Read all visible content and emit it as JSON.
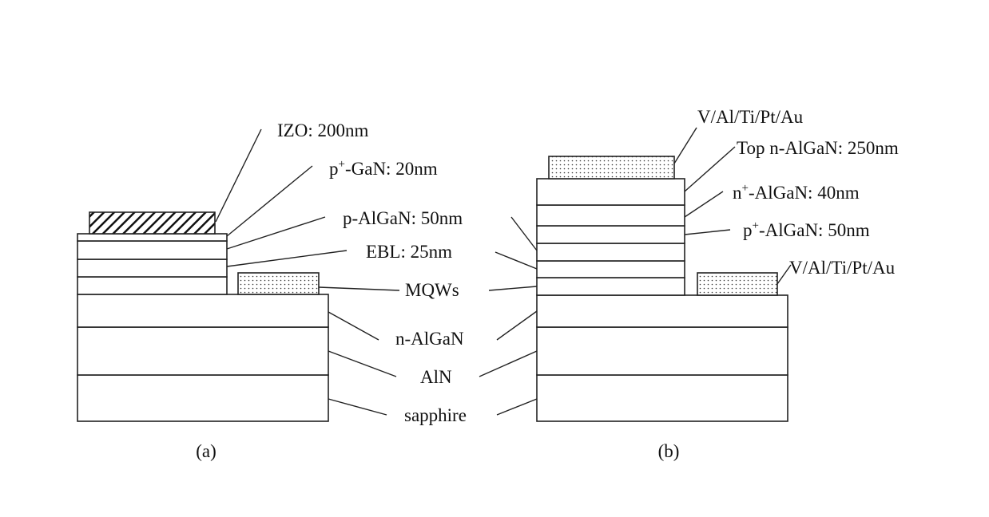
{
  "labels": {
    "izo": "IZO: 200nm",
    "p_gan_prefix": "p",
    "p_gan_sup": "+",
    "p_gan_rest": "-GaN: 20nm",
    "p_algan": "p-AlGaN: 50nm",
    "ebl": "EBL: 25nm",
    "mqws": "MQWs",
    "n_algan": "n-AlGaN",
    "aln": "AlN",
    "sapphire": "sapphire",
    "contact_top": "V/Al/Ti/Pt/Au",
    "top_n_algan": "Top n-AlGaN: 250nm",
    "n_plus_prefix": "n",
    "n_plus_sup": "+",
    "n_plus_rest": "-AlGaN: 40nm",
    "p_plus_prefix": "p",
    "p_plus_sup": "+",
    "p_plus_rest": "-AlGaN: 50nm",
    "contact_side": "V/Al/Ti/Pt/Au"
  },
  "captions": {
    "a": "(a)",
    "b": "(b)"
  },
  "colors": {
    "stroke": "#222222",
    "fill": "#ffffff",
    "text": "#111111"
  }
}
